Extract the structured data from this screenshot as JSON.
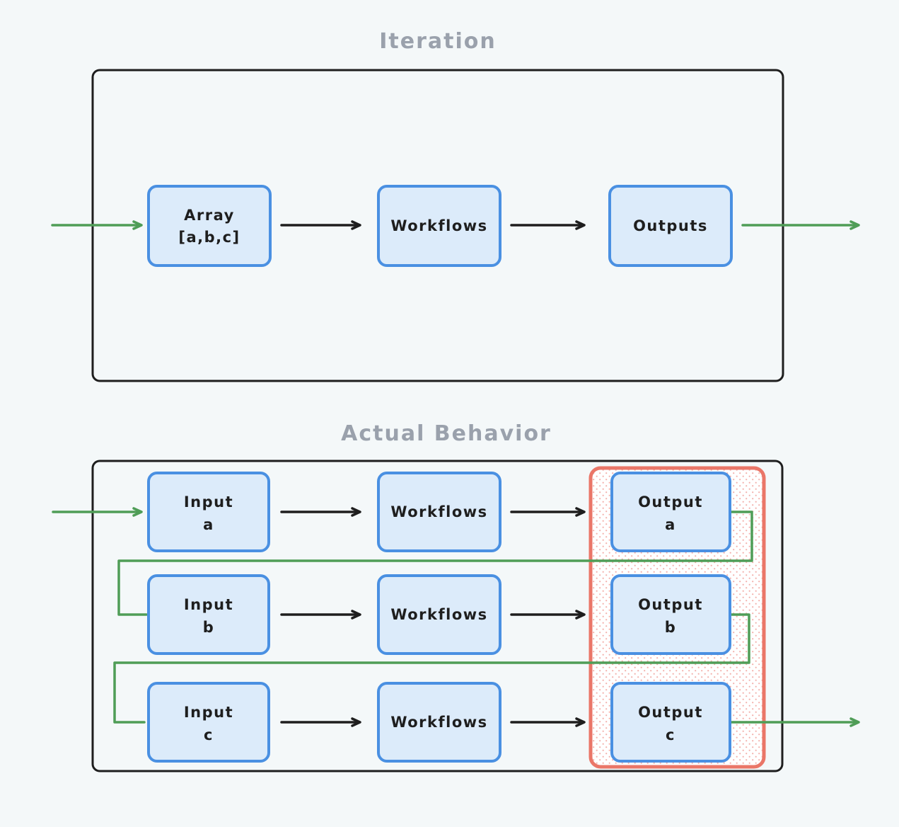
{
  "colors": {
    "background": "#f4f8f9",
    "text": "#1e1e1e",
    "title_gray": "#9aa1ac",
    "container_border": "#1e1e1e",
    "box_border": "#4a90e2",
    "box_fill": "#dcebfa",
    "highlight_border": "#ea7668",
    "highlight_dots": "#f3b0ab",
    "highlight_fill_base": "#ffffff",
    "arrow_black": "#1e1e1e",
    "arrow_green": "#4f9d57"
  },
  "iteration": {
    "title": "Iteration",
    "array_node": {
      "line1": "Array",
      "line2": "[a,b,c]"
    },
    "workflows_node": {
      "label": "Workflows"
    },
    "outputs_node": {
      "label": "Outputs"
    }
  },
  "actual_behavior": {
    "title": "Actual Behavior",
    "rows": [
      {
        "id": "a",
        "input_word": "Input",
        "input_letter": "a",
        "workflow_label": "Workflows",
        "output_word": "Output",
        "output_letter": "a"
      },
      {
        "id": "b",
        "input_word": "Input",
        "input_letter": "b",
        "workflow_label": "Workflows",
        "output_word": "Output",
        "output_letter": "b"
      },
      {
        "id": "c",
        "input_word": "Input",
        "input_letter": "c",
        "workflow_label": "Workflows",
        "output_word": "Output",
        "output_letter": "c"
      }
    ]
  }
}
